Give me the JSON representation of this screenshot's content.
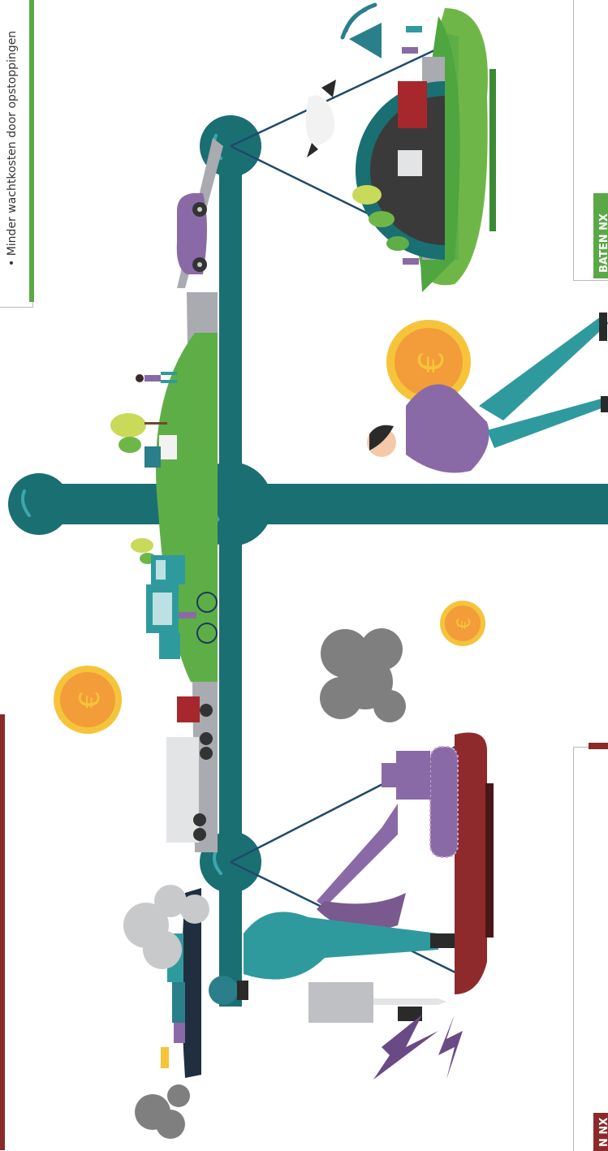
{
  "benefits_panel": {
    "bullet": "Minder wachtkosten door opstoppingen",
    "tag": "BATEN NX",
    "accent_color": "#5aa846"
  },
  "costs_panel": {
    "tag": "N NX",
    "accent_color": "#8b2a2a"
  },
  "icons": [
    "euro-coin-icon",
    "wifi-icon",
    "bird-icon",
    "car-icon",
    "truck-icon",
    "ship-icon",
    "excavator-icon",
    "person-icon",
    "cloud-icon",
    "lightning-icon",
    "tree-icon",
    "bicycle-icon"
  ],
  "colors": {
    "beam": "#1a6f73",
    "grass": "#5eae48",
    "road": "#a9abb0",
    "coin": "#f6c43a",
    "coin_inner": "#f39c3a",
    "purple": "#8a6aa6",
    "teal": "#2f9a9e",
    "smoke": "#7f7f7f",
    "red_ground": "#8f2a2c"
  }
}
